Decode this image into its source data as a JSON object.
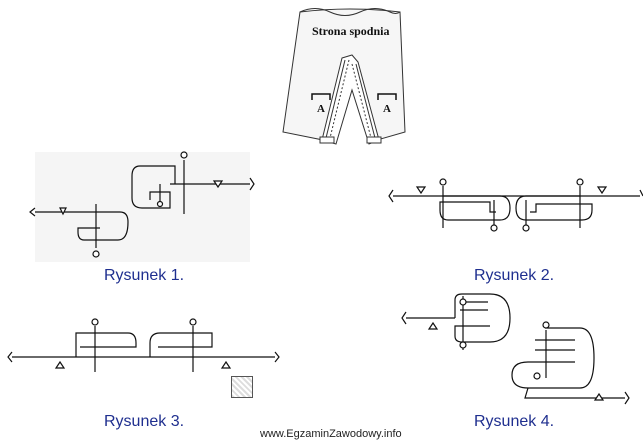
{
  "garment": {
    "title": "Strona spodnia",
    "mark_left": "A",
    "mark_right": "A"
  },
  "figures": [
    {
      "caption": "Rysunek 1."
    },
    {
      "caption": "Rysunek 2."
    },
    {
      "caption": "Rysunek 3."
    },
    {
      "caption": "Rysunek 4."
    }
  ],
  "footer": {
    "url": "www.EgzaminZawodowy.info"
  },
  "colors": {
    "caption": "#1f2f8f",
    "line": "#111111"
  }
}
